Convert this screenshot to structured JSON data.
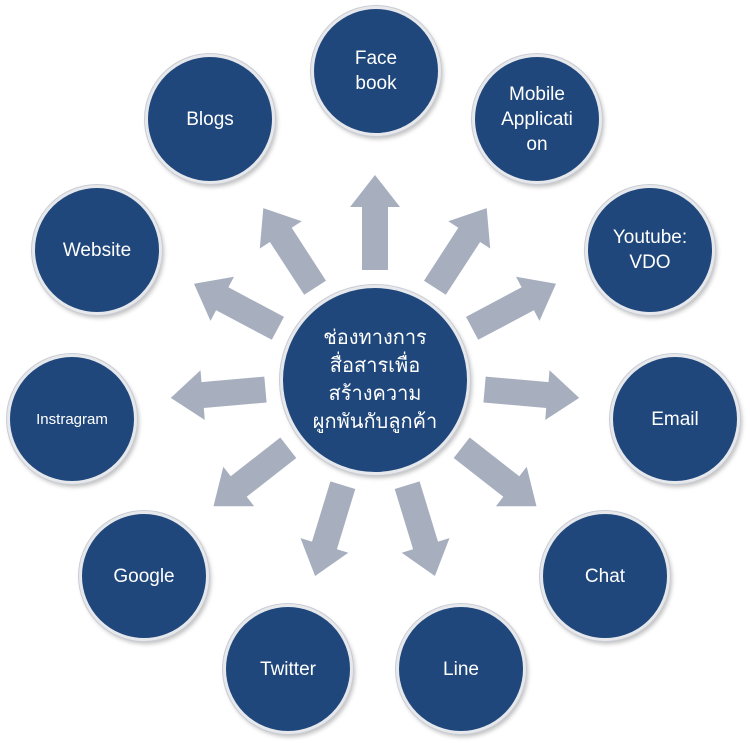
{
  "diagram": {
    "center_text": "ช่องทางการ\nสื่อสารเพื่อ\nสร้างความ\nผูกพันกับลูกค้า",
    "nodes": [
      {
        "id": "facebook",
        "label": "Face\nbook"
      },
      {
        "id": "mobile-application",
        "label": "Mobile\nApplicati\non"
      },
      {
        "id": "youtube-vdo",
        "label": "Youtube:\nVDO"
      },
      {
        "id": "email",
        "label": "Email"
      },
      {
        "id": "chat",
        "label": "Chat"
      },
      {
        "id": "line",
        "label": "Line"
      },
      {
        "id": "twitter",
        "label": "Twitter"
      },
      {
        "id": "google",
        "label": "Google"
      },
      {
        "id": "instragram",
        "label": "Instragram"
      },
      {
        "id": "website",
        "label": "Website"
      },
      {
        "id": "blogs",
        "label": "Blogs"
      }
    ],
    "colors": {
      "node_fill": "#1f477b",
      "node_border": "#e6e8ec",
      "arrow_fill": "#a7afbf",
      "text": "#ffffff"
    }
  }
}
